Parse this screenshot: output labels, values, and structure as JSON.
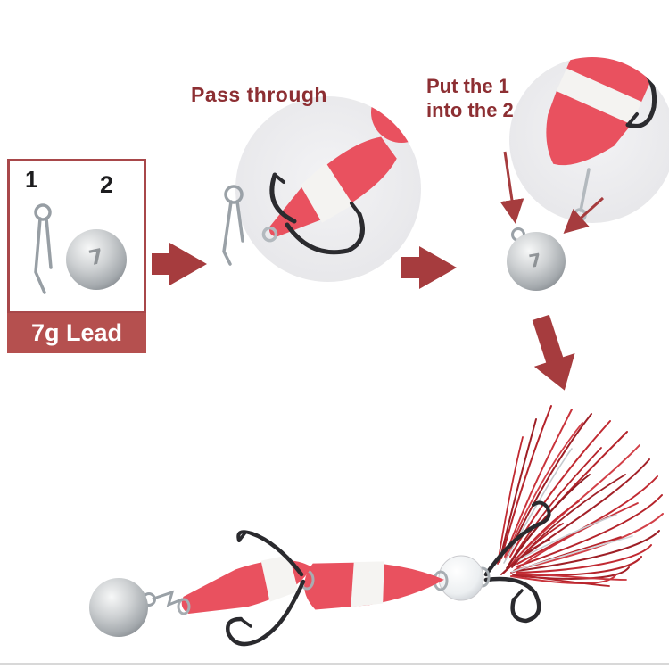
{
  "image_alt": "Fishing lure assembly instruction diagram",
  "colors": {
    "accent_red": "#a63c3e",
    "banner_red": "#b5504f",
    "label_red": "#8d2f33",
    "foam_red": "#e9515f",
    "lead_gray": "#a4a9ad"
  },
  "kit_box": {
    "item1_label": "1",
    "item2_label": "2",
    "caption": "7g Lead",
    "ball_mark": "7"
  },
  "steps": {
    "step1": "Pass through",
    "step2": "Put the 1\ninto the 2"
  },
  "flow_ball_mark": "7"
}
